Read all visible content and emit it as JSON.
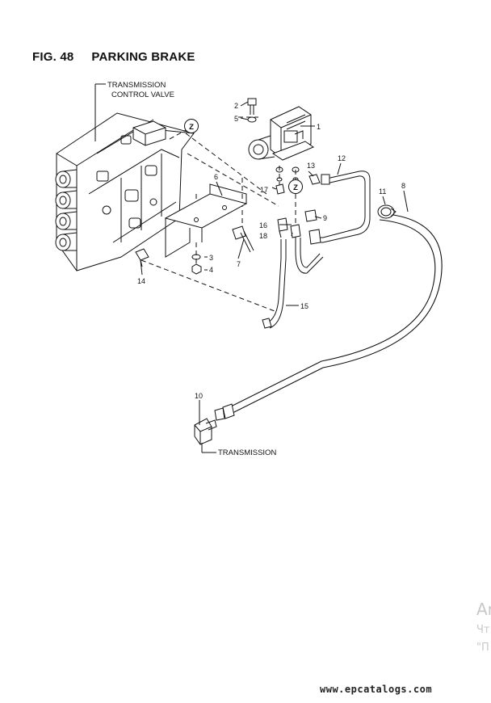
{
  "figure": {
    "number": "FIG. 48",
    "title": "PARKING BRAKE"
  },
  "labels": {
    "control_valve_line1": "TRANSMISSION",
    "control_valve_line2": "CONTROL VALVE",
    "transmission": "TRANSMISSION",
    "detail_marker": "Z"
  },
  "callouts": {
    "n1": "1",
    "n2": "2",
    "n3": "3",
    "n4": "4",
    "n5": "5",
    "n6": "6",
    "n7": "7",
    "n8": "8",
    "n9": "9",
    "n10": "10",
    "n11": "11",
    "n12": "12",
    "n13": "13",
    "n14": "14",
    "n15": "15",
    "n16": "16",
    "n17": "17",
    "n18": "18"
  },
  "overlay_fragments": {
    "line1": "Ar",
    "line2": "Чт",
    "line3": "\"П"
  },
  "watermark": "www.epcatalogs.com"
}
